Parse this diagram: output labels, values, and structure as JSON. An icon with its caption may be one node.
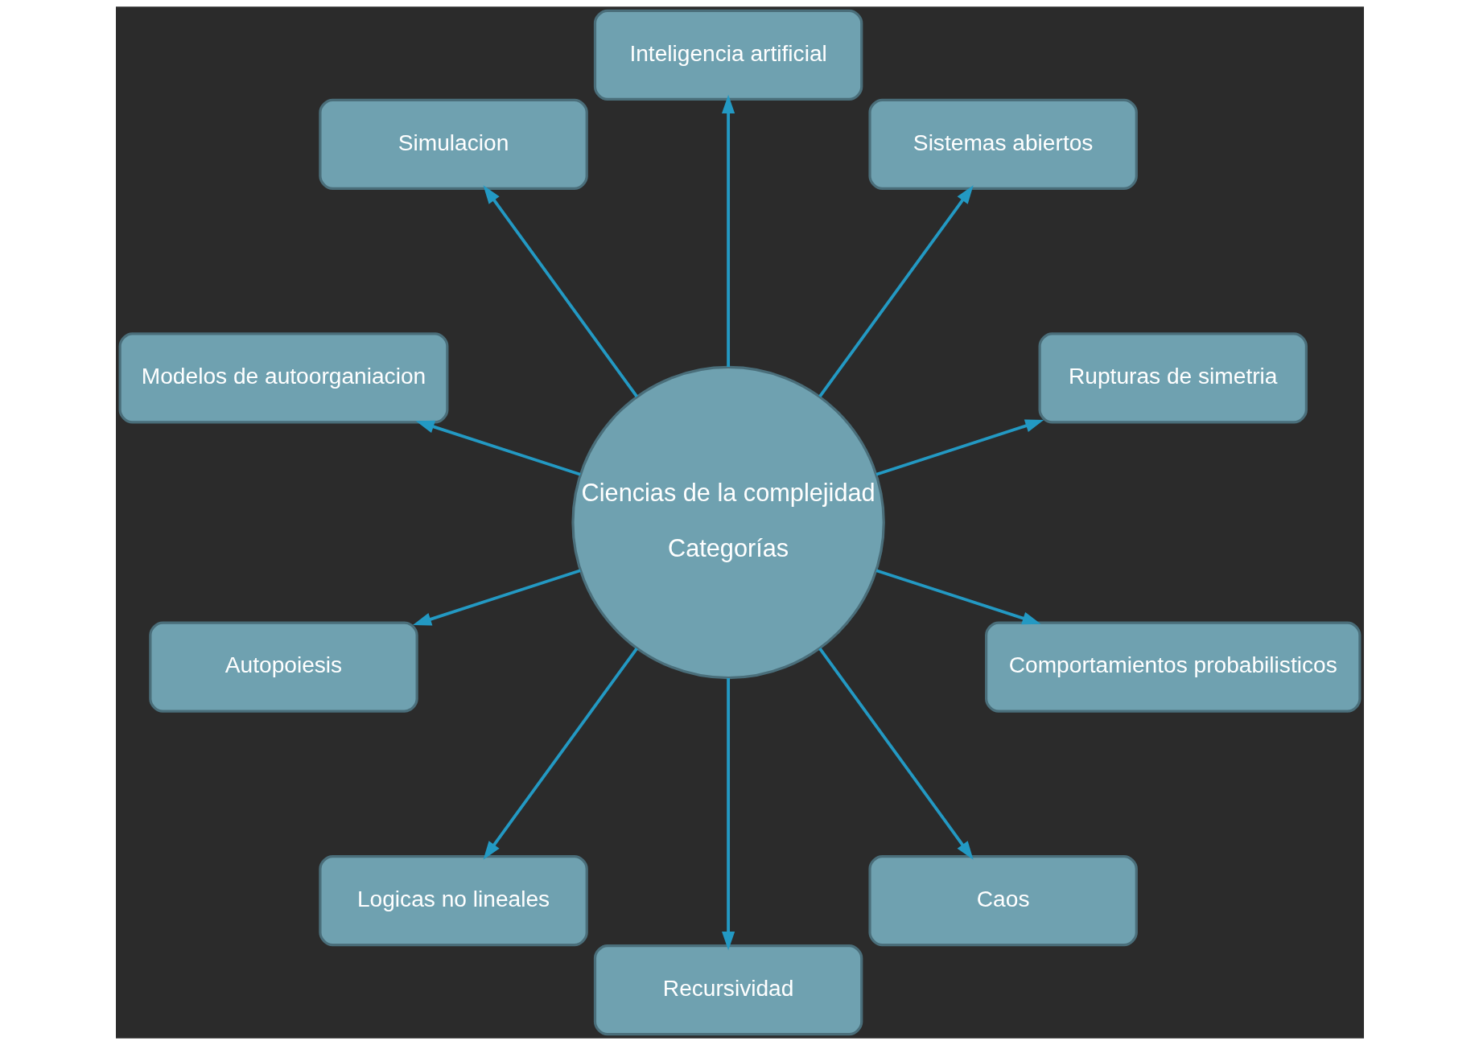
{
  "diagram": {
    "nodes": [
      {
        "text": [
          "Ciencias de la complejidad",
          "Categorías"
        ]
      },
      {
        "text": [
          "Rupturas de simetria"
        ]
      },
      {
        "text": [
          "Sistemas abiertos"
        ]
      },
      {
        "text": [
          "Inteligencia artificial"
        ]
      },
      {
        "text": [
          "Simulacion"
        ]
      },
      {
        "text": [
          "Modelos de autoorganiacion"
        ]
      },
      {
        "text": [
          "Autopoiesis"
        ]
      },
      {
        "text": [
          "Logicas no lineales"
        ]
      },
      {
        "text": [
          "Recursividad"
        ]
      },
      {
        "text": [
          "Caos"
        ]
      },
      {
        "text": [
          "Comportamientos probabilisticos"
        ]
      }
    ],
    "edges": [
      {
        "from": 0,
        "to": 1,
        "arrow": "to"
      },
      {
        "from": 0,
        "to": 2,
        "arrow": "to"
      },
      {
        "from": 0,
        "to": 3,
        "arrow": "to"
      },
      {
        "from": 0,
        "to": 4,
        "arrow": "to"
      },
      {
        "from": 0,
        "to": 5,
        "arrow": "to"
      },
      {
        "from": 0,
        "to": 6,
        "arrow": "to"
      },
      {
        "from": 0,
        "to": 7,
        "arrow": "to"
      },
      {
        "from": 0,
        "to": 8,
        "arrow": "to"
      },
      {
        "from": 0,
        "to": 9,
        "arrow": "to"
      },
      {
        "from": 0,
        "to": 10,
        "arrow": "to"
      }
    ]
  }
}
